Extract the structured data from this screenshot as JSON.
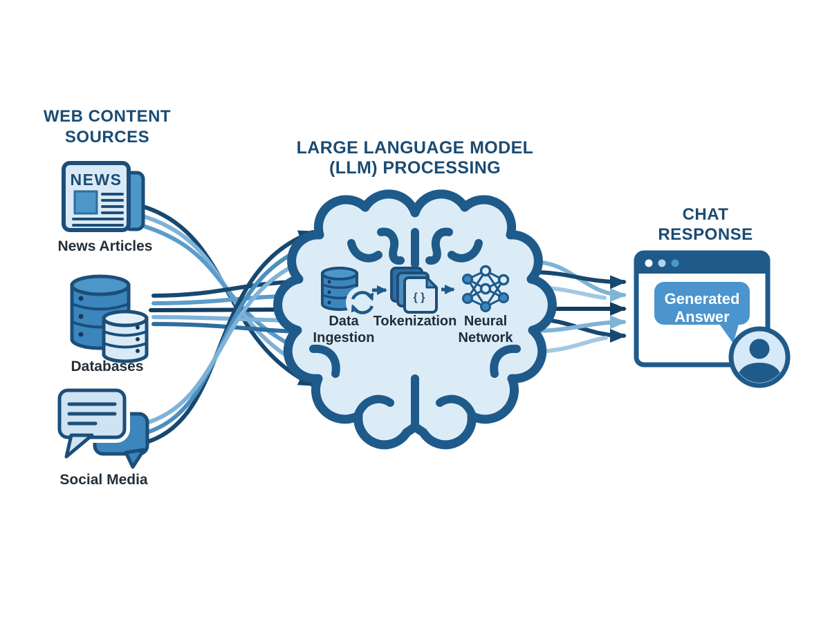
{
  "palette": {
    "outline": "#1E5A8A",
    "outline_dark": "#1C4E79",
    "icon_fill_light": "#D9EAF6",
    "brain_fill": "#DCECF7",
    "icon_fill_blue": "#3C86BD",
    "icon_fill_blue_light": "#4C96C8",
    "speech_bubble_blue": "#4B94CD",
    "strand_dark": "#17486F",
    "strand_navy": "#143E60",
    "strand_medium": "#4C8FBE",
    "strand_medium_dark": "#2E6E9E",
    "strand_light": "#7FB3D8",
    "strand_light2": "#5C9CCB",
    "strand_extra_light": "#A3C9E2",
    "heading_text": "#1B4B72",
    "label_text": "#242F39",
    "bubble_text": "#FFFFFF"
  },
  "sources": {
    "heading_line1": "WEB CONTENT",
    "heading_line2": "SOURCES",
    "items": [
      {
        "label": "News Articles",
        "icon": "newspaper-icon",
        "masthead": "NEWS"
      },
      {
        "label": "Databases",
        "icon": "database-icon"
      },
      {
        "label": "Social Media",
        "icon": "chat-bubbles-icon"
      }
    ]
  },
  "processing": {
    "heading_line1": "LARGE LANGUAGE MODEL",
    "heading_line2": "(LLM) PROCESSING",
    "container_icon": "brain-outline-icon",
    "steps": [
      {
        "line1": "Data",
        "line2": "Ingestion",
        "icon": "database-sync-icon"
      },
      {
        "line1": "Tokenization",
        "line2": "",
        "icon": "token-documents-icon",
        "glyph": "{ }"
      },
      {
        "line1": "Neural",
        "line2": "Network",
        "icon": "neural-network-icon"
      }
    ]
  },
  "response": {
    "heading_line1": "CHAT",
    "heading_line2": "RESPONSE",
    "window_icon": "browser-window-icon",
    "bubble_line1": "Generated",
    "bubble_line2": "Answer",
    "avatar_icon": "user-avatar-icon"
  }
}
